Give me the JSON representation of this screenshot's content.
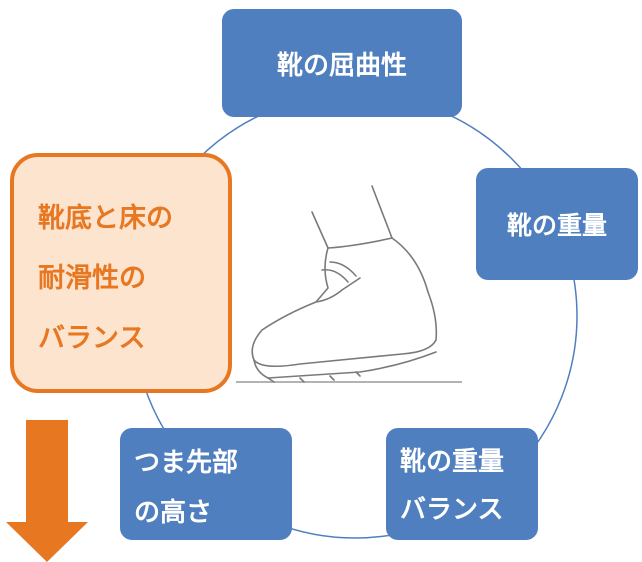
{
  "diagram": {
    "factors": {
      "flexibility": "靴の屈曲性",
      "weight": "靴の重量",
      "weight_balance": [
        "靴の重量",
        "バランス"
      ],
      "toe_height": [
        "つま先部",
        "の高さ"
      ],
      "slip_balance": [
        "靴底と床の",
        "耐滑性の",
        "バランス"
      ]
    },
    "colors": {
      "box_blue": "#4f7fbf",
      "highlight_orange": "#e87722",
      "highlight_fill": "#fde4cf",
      "circle_line": "#4f7fbf"
    },
    "icons": [
      "shoe-illustration",
      "down-arrow-icon"
    ]
  }
}
